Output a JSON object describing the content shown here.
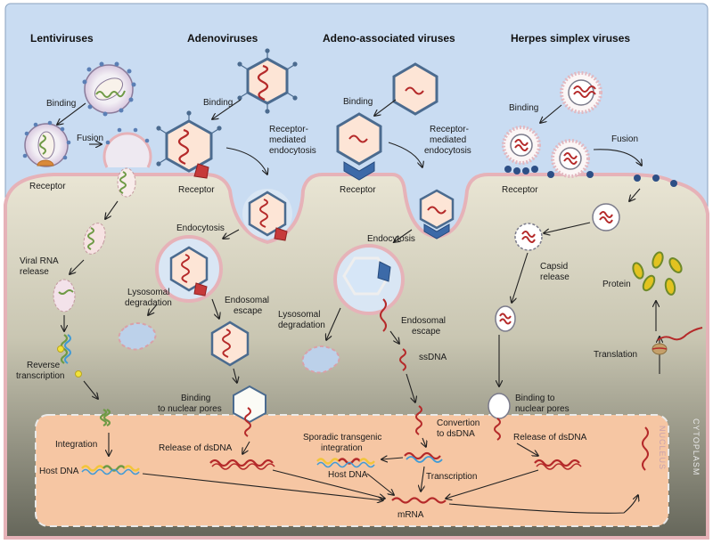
{
  "headers": {
    "lentiviruses": "Lentiviruses",
    "adenoviruses": "Adenoviruses",
    "aav": "Adeno-associated viruses",
    "hsv": "Herpes simplex viruses"
  },
  "labels": {
    "lenti_binding": "Binding",
    "lenti_fusion": "Fusion",
    "lenti_receptor": "Receptor",
    "viral_rna_release_1": "Viral RNA",
    "viral_rna_release_2": "release",
    "reverse_transcription_1": "Reverse",
    "reverse_transcription_2": "transcription",
    "integration": "Integration",
    "host_dna_left": "Host DNA",
    "adeno_binding": "Binding",
    "adeno_rme_1": "Receptor-",
    "adeno_rme_2": "mediated",
    "adeno_rme_3": "endocytosis",
    "adeno_receptor": "Receptor",
    "adeno_endocytosis": "Endocytosis",
    "adeno_lyso_1": "Lysosomal",
    "adeno_lyso_2": "degradation",
    "adeno_escape_1": "Endosomal",
    "adeno_escape_2": "escape",
    "adeno_nuclear_1": "Binding",
    "adeno_nuclear_2": "to nuclear pores",
    "adeno_release": "Release of dsDNA",
    "aav_binding": "Binding",
    "aav_rme_1": "Receptor-",
    "aav_rme_2": "mediated",
    "aav_rme_3": "endocytosis",
    "aav_receptor": "Receptor",
    "aav_endocytosis": "Endocytosis",
    "aav_lyso_1": "Lysosomal",
    "aav_lyso_2": "degradation",
    "aav_escape_1": "Endosomal",
    "aav_escape_2": "escape",
    "ssdna": "ssDNA",
    "sporadic_1": "Sporadic transgenic",
    "sporadic_2": "integration",
    "host_dna_mid": "Host DNA",
    "convertion_1": "Convertion",
    "convertion_2": "to dsDNA",
    "transcription": "Transcription",
    "mrna": "mRNA",
    "hsv_binding": "Binding",
    "hsv_fusion": "Fusion",
    "hsv_receptor": "Receptor",
    "capsid_1": "Capsid",
    "capsid_2": "release",
    "hsv_nuclear_1": "Binding to",
    "hsv_nuclear_2": "nuclear pores",
    "hsv_release": "Release of dsDNA",
    "translation": "Translation",
    "protein": "Protein",
    "nucleus": "NUCLEUS",
    "cytoplasm": "CYTOPLASM"
  },
  "colors": {
    "extracellular": "#c9dcf2",
    "cytoplasm_top": "#e7e3d3",
    "cytoplasm_bottom": "#6d6d60",
    "membrane": "#e6b2b8",
    "nucleus": "#f6c6a3",
    "nucleus_border": "#e8e8e8",
    "dna_red": "#b52a2a",
    "capsid_fill": "#fde5d6",
    "capsid_stroke": "#4b6b8f",
    "receptor_red": "#c63a3a",
    "receptor_blue": "#3c6aa8",
    "lysosome": "#bcd1ea",
    "yellow_dna": "#f2c53a",
    "green_dna": "#6f9a46",
    "blue_dna": "#3f9ad6"
  }
}
